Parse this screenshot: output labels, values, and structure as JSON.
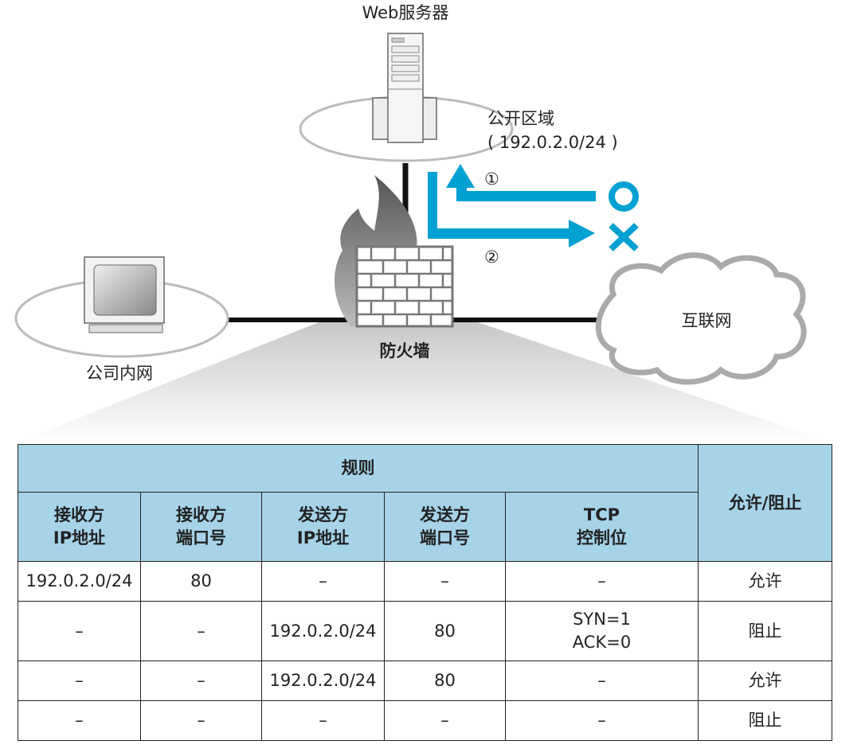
{
  "diagram": {
    "web_server": "Web服务器",
    "public_zone": "公开区域",
    "public_subnet": "( 192.0.2.0/24 )",
    "firewall": "防火墙",
    "intranet": "公司内网",
    "internet": "互联网",
    "arrow1": "①",
    "arrow2": "②",
    "allowed_mark": "○",
    "blocked_mark": "×",
    "accent_color": "#00a0d2"
  },
  "table": {
    "rules_header": "规则",
    "action_header": "允许/阻止",
    "columns": [
      [
        "接收方",
        "IP地址"
      ],
      [
        "接收方",
        "端口号"
      ],
      [
        "发送方",
        "IP地址"
      ],
      [
        "发送方",
        "端口号"
      ],
      [
        "TCP",
        "控制位"
      ]
    ],
    "rows": [
      {
        "cells": [
          "192.0.2.0/24",
          "80",
          "–",
          "–",
          [
            "–"
          ]
        ],
        "action": "允许"
      },
      {
        "cells": [
          "–",
          "–",
          "192.0.2.0/24",
          "80",
          [
            "SYN=1",
            "ACK=0"
          ]
        ],
        "action": "阻止"
      },
      {
        "cells": [
          "–",
          "–",
          "192.0.2.0/24",
          "80",
          [
            "–"
          ]
        ],
        "action": "允许"
      },
      {
        "cells": [
          "–",
          "–",
          "–",
          "–",
          [
            "–"
          ]
        ],
        "action": "阻止"
      }
    ]
  }
}
